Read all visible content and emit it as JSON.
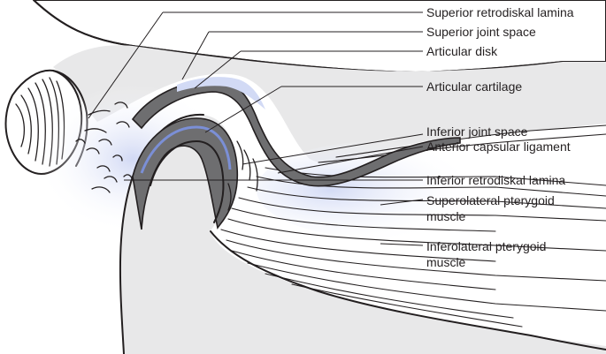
{
  "labels": [
    {
      "id": "superior-retrodiskal-lamina",
      "text": "Superior retrodiskal lamina"
    },
    {
      "id": "superior-joint-space",
      "text": "Superior joint space"
    },
    {
      "id": "articular-disk",
      "text": "Articular disk"
    },
    {
      "id": "articular-cartilage",
      "text": "Articular cartilage"
    },
    {
      "id": "inferior-joint-space",
      "text": "Inferior joint space"
    },
    {
      "id": "anterior-capsular-ligament",
      "text": "Anterior capsular ligament"
    },
    {
      "id": "inferior-retrodiskal-lamina",
      "text": "Inferior retrodiskal lamina"
    },
    {
      "id": "superolateral-pterygoid-muscle",
      "text": "Superolateral pterygoid",
      "text2": "muscle"
    },
    {
      "id": "inferolateral-pterygoid-muscle",
      "text": "Inferolateral pterygoid",
      "text2": "muscle"
    }
  ],
  "colors": {
    "ink": "#231f20",
    "bone": "#e8e8e9",
    "tissue_blue": "#d9dff5",
    "disk_gray": "#6e6e70",
    "cartilage_blue": "#7b8fd6",
    "white": "#ffffff"
  }
}
